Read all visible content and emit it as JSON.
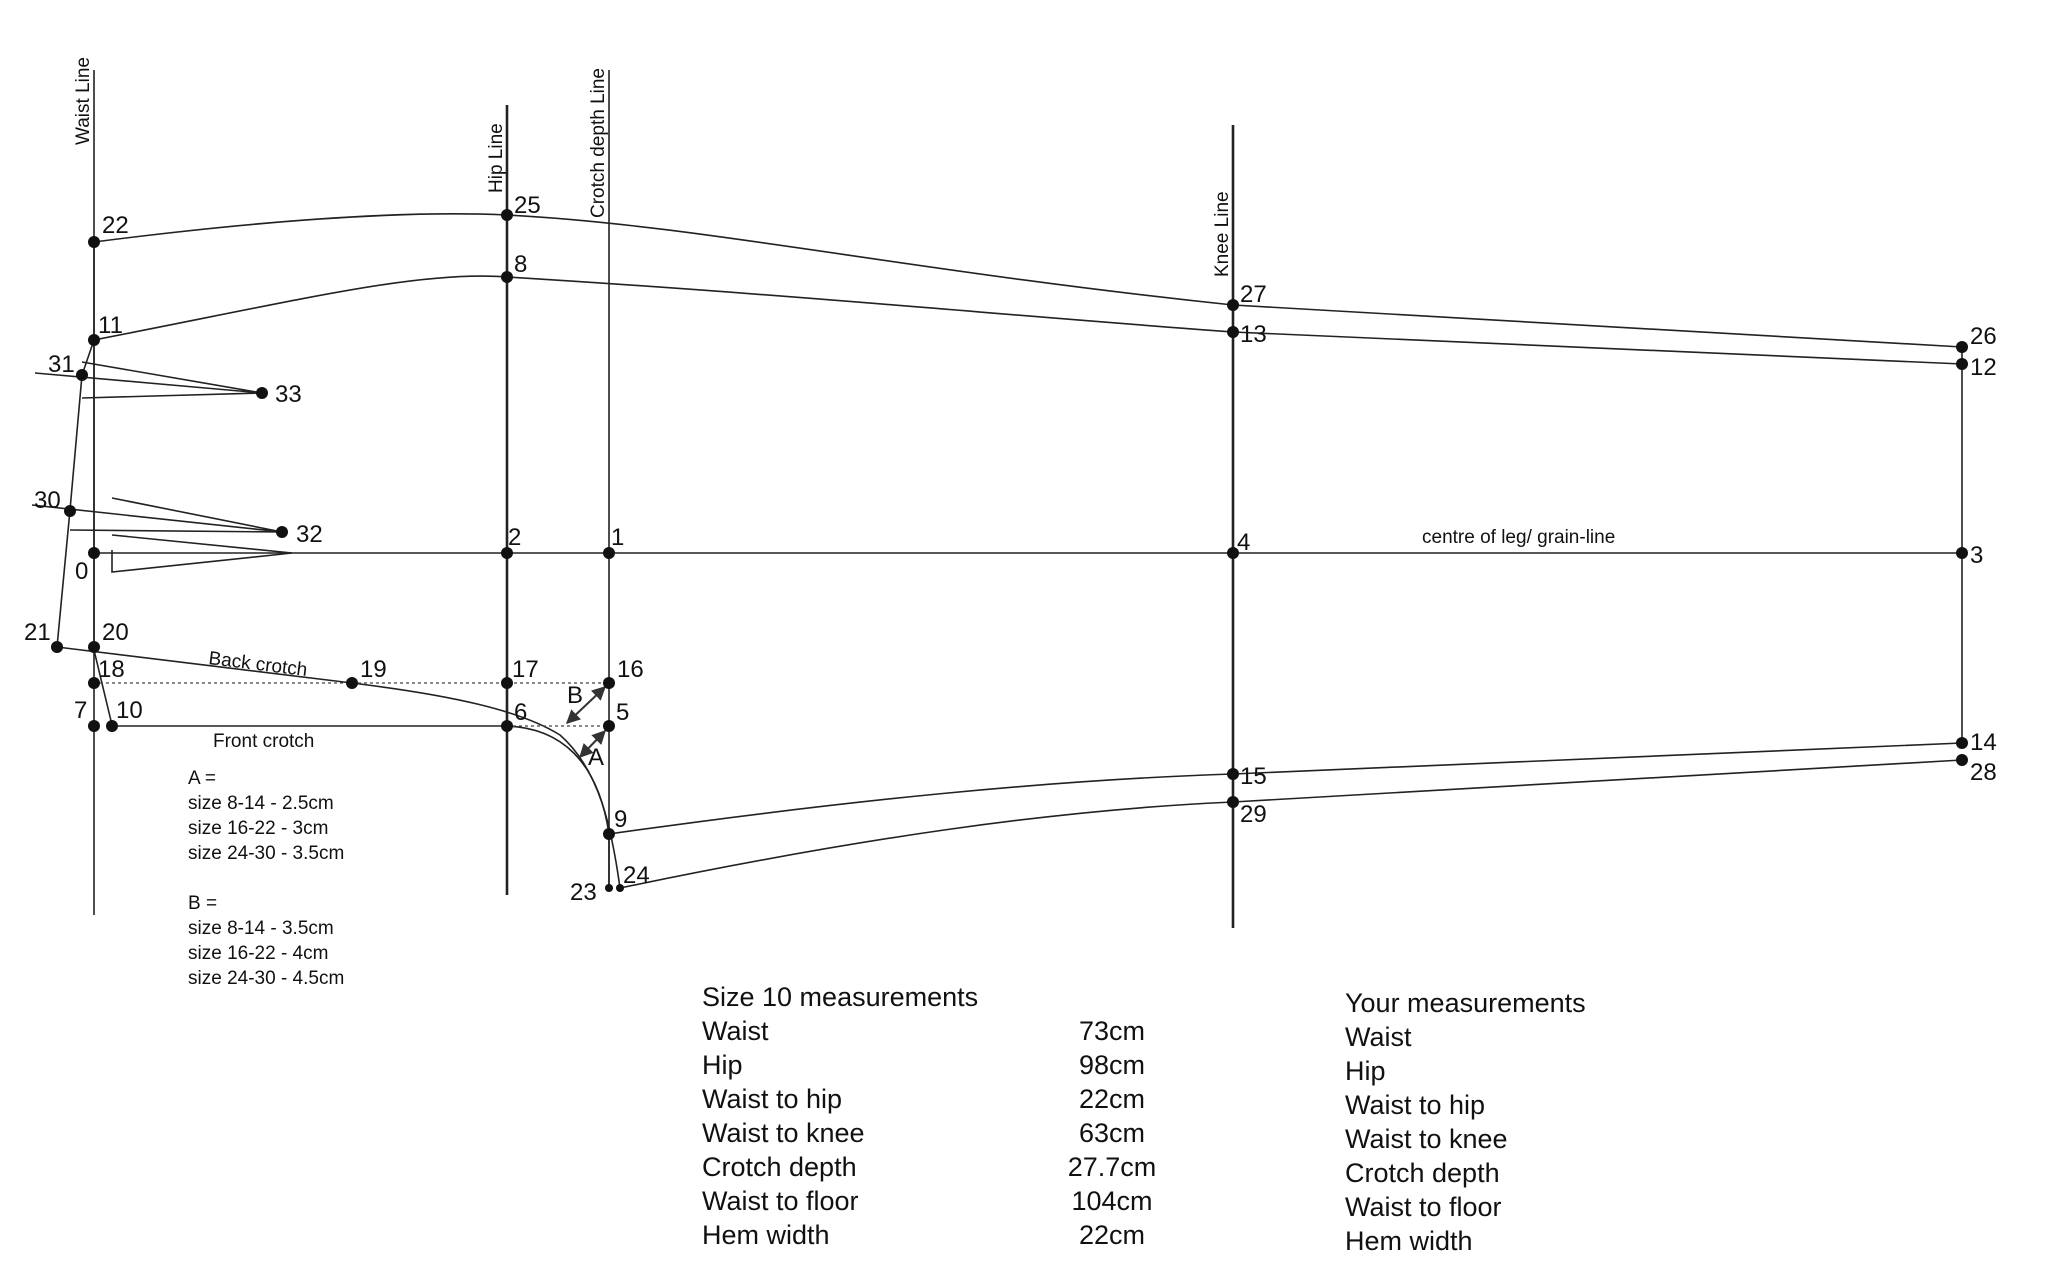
{
  "diagram": {
    "guide_lines": {
      "waist": "Waist Line",
      "hip": "Hip Line",
      "crotch_depth": "Crotch depth Line",
      "knee": "Knee Line"
    },
    "grain_line": "centre of leg/ grain-line",
    "back_crotch": "Back crotch",
    "front_crotch": "Front crotch",
    "letter_a": "A",
    "letter_b": "B",
    "points": {
      "p0": "0",
      "p1": "1",
      "p2": "2",
      "p3": "3",
      "p4": "4",
      "p5": "5",
      "p6": "6",
      "p7": "7",
      "p8": "8",
      "p9": "9",
      "p10": "10",
      "p11": "11",
      "p12": "12",
      "p13": "13",
      "p14": "14",
      "p15": "15",
      "p16": "16",
      "p17": "17",
      "p18": "18",
      "p19": "19",
      "p20": "20",
      "p21": "21",
      "p22": "22",
      "p23": "23",
      "p24": "24",
      "p25": "25",
      "p26": "26",
      "p27": "27",
      "p28": "28",
      "p29": "29",
      "p30": "30",
      "p31": "31",
      "p32": "32",
      "p33": "33"
    }
  },
  "notes": {
    "a_title": "A =",
    "a_lines": [
      "size 8-14 - 2.5cm",
      "size 16-22 - 3cm",
      "size 24-30 - 3.5cm"
    ],
    "b_title": "B =",
    "b_lines": [
      "size 8-14 - 3.5cm",
      "size 16-22 - 4cm",
      "size 24-30 - 4.5cm"
    ]
  },
  "size_table": {
    "title": "Size 10 measurements",
    "rows": [
      {
        "label": "Waist",
        "value": "73cm"
      },
      {
        "label": "Hip",
        "value": "98cm"
      },
      {
        "label": "Waist to hip",
        "value": "22cm"
      },
      {
        "label": "Waist to knee",
        "value": "63cm"
      },
      {
        "label": "Crotch depth",
        "value": "27.7cm"
      },
      {
        "label": "Waist to floor",
        "value": "104cm"
      },
      {
        "label": "Hem width",
        "value": "22cm"
      }
    ]
  },
  "your_table": {
    "title": "Your measurements",
    "rows": [
      "Waist",
      "Hip",
      "Waist to hip",
      "Waist to knee",
      "Crotch depth",
      "Waist to floor",
      "Hem width"
    ]
  }
}
